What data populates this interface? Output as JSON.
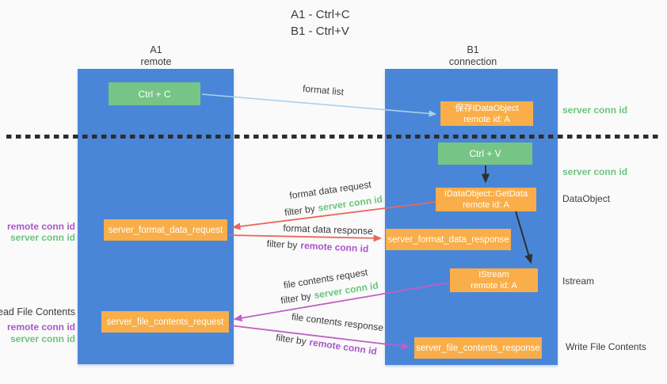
{
  "title": {
    "line1": "A1 - Ctrl+C",
    "line2": "B1 - Ctrl+V"
  },
  "lanes": {
    "left": {
      "title": "A1",
      "subtitle": "remote"
    },
    "right": {
      "title": "B1",
      "subtitle": "connection"
    }
  },
  "nodes": {
    "ctrl_c": {
      "label": "Ctrl + C"
    },
    "ctrl_v": {
      "label": "Ctrl + V"
    },
    "save_idataobject": {
      "line1": "保存IDataObject",
      "line2": "remote id: A"
    },
    "getdata": {
      "line1": "IDataObject::GetData",
      "line2": "remote id: A"
    },
    "istream": {
      "line1": "IStream",
      "line2": "remote id: A"
    },
    "server_format_data_request": {
      "label": "server_format_data_request"
    },
    "server_format_data_response": {
      "label": "server_format_data_response"
    },
    "server_file_contents_request": {
      "label": "server_file_contents_request"
    },
    "server_file_contents_response": {
      "label": "server_file_contents_response"
    }
  },
  "arrows": {
    "format_list": {
      "label": "format list"
    },
    "format_data_request": {
      "label": "format data request",
      "filter_prefix": "filter by",
      "filter_key": "server conn id"
    },
    "format_data_response": {
      "label": "format data response",
      "filter_prefix": "filter by",
      "filter_key": "remote conn id"
    },
    "file_contents_request": {
      "label": "file contents request",
      "filter_prefix": "filter by",
      "filter_key": "server conn id"
    },
    "file_contents_response": {
      "label": "file contents response",
      "filter_prefix": "filter by",
      "filter_key": "remote conn id"
    }
  },
  "side_labels": {
    "right_server_conn_id_top": "server conn id",
    "right_server_conn_id_mid": "server conn id",
    "dataobject": "DataObject",
    "istream": "Istream",
    "write_file_contents": "Write File Contents",
    "left_remote_conn_id_top": "remote conn id",
    "left_server_conn_id_top": "server conn id",
    "read_file_contents": "Read File Contents",
    "left_remote_conn_id_bottom": "remote conn id",
    "left_server_conn_id_bottom": "server conn id"
  },
  "colors": {
    "lane_blue": "#4a86d8",
    "node_green": "#77c487",
    "node_orange": "#f9ae49",
    "arrow_red": "#e8685e",
    "arrow_magenta": "#c05fc6",
    "arrow_light_blue": "#a9d1ee",
    "arrow_black": "#2f2f2f",
    "dashed_line": "#2d2d2d",
    "text_green": "#6cc47e",
    "text_purple": "#a957c9",
    "text_dark": "#3c3c3c"
  }
}
